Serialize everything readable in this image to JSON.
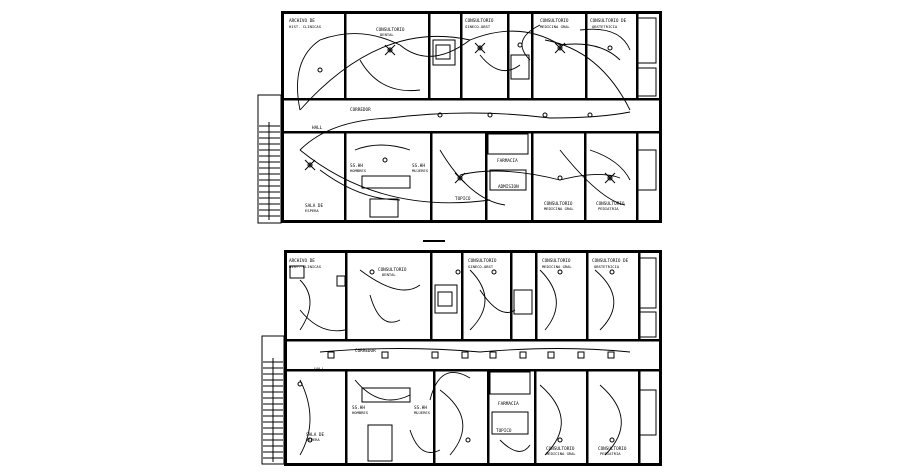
{
  "drawing": {
    "background_color": "#ffffff",
    "line_color": "#000000",
    "plans": [
      {
        "name": "upper-floor-plan",
        "rooms": [
          {
            "label": "ARCHIVO DE",
            "sub": "HIST. CLINICAS"
          },
          {
            "label": "CONSULTORIO",
            "sub": "DENTAL"
          },
          {
            "label": "CONSULTORIO",
            "sub": "GINECO-OBST"
          },
          {
            "label": "CONSULTORIO",
            "sub": "MEDICINA GRAL"
          },
          {
            "label": "CONSULTORIO DE",
            "sub": "OBSTETRICIA"
          },
          {
            "label": "CORREDOR",
            "sub": ""
          },
          {
            "label": "HALL",
            "sub": ""
          },
          {
            "label": "SS.HH",
            "sub": "HOMBRES"
          },
          {
            "label": "SS.HH",
            "sub": "MUJERES"
          },
          {
            "label": "TOPICO",
            "sub": ""
          },
          {
            "label": "ADMISION",
            "sub": ""
          },
          {
            "label": "FARMACIA",
            "sub": ""
          },
          {
            "label": "SALA DE",
            "sub": "ESPERA"
          },
          {
            "label": "CONSULTORIO",
            "sub": "MEDICINA GRAL"
          },
          {
            "label": "CONSULTORIO",
            "sub": "PEDIATRIA"
          }
        ]
      },
      {
        "name": "lower-floor-plan",
        "rooms": [
          {
            "label": "ARCHIVO DE",
            "sub": "HIST. CLINICAS"
          },
          {
            "label": "CONSULTORIO",
            "sub": "DENTAL"
          },
          {
            "label": "CONSULTORIO",
            "sub": "GINECO-OBST"
          },
          {
            "label": "CONSULTORIO",
            "sub": "MEDICINA GRAL"
          },
          {
            "label": "CONSULTORIO DE",
            "sub": "OBSTETRICIA"
          },
          {
            "label": "CORREDOR",
            "sub": ""
          },
          {
            "label": "HALL",
            "sub": ""
          },
          {
            "label": "SS.HH",
            "sub": "HOMBRES"
          },
          {
            "label": "SS.HH",
            "sub": "MUJERES"
          },
          {
            "label": "SALA DE",
            "sub": "ESPERA"
          },
          {
            "label": "TOPICO",
            "sub": ""
          },
          {
            "label": "FARMACIA",
            "sub": ""
          },
          {
            "label": "CONSULTORIO",
            "sub": "MEDICINA GRAL"
          },
          {
            "label": "CONSULTORIO",
            "sub": "PEDIATRIA"
          }
        ]
      }
    ]
  }
}
